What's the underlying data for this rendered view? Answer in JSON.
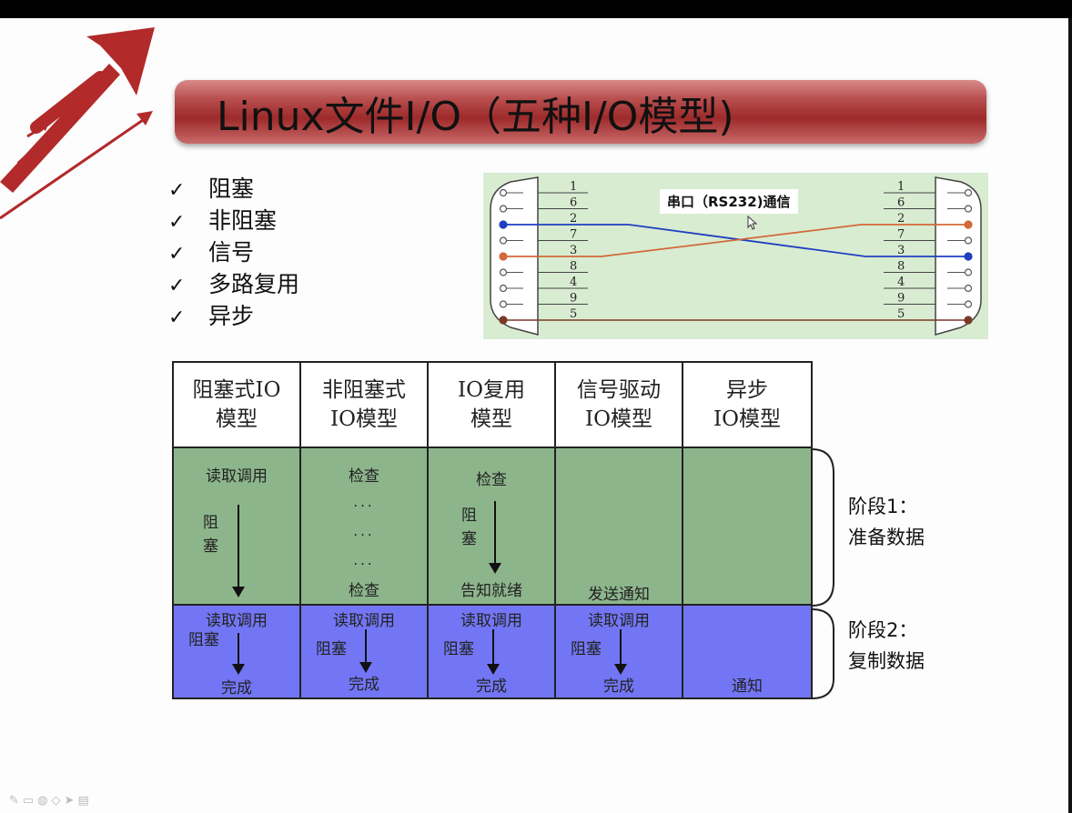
{
  "slide": {
    "title": "Linux文件I/O（五种I/O模型)",
    "checklist": [
      {
        "label": "阻塞"
      },
      {
        "label": "非阻塞"
      },
      {
        "label": "信号"
      },
      {
        "label": "多路复用"
      },
      {
        "label": "异步"
      }
    ],
    "check_mark": "✓",
    "serial_diagram": {
      "label": "串口（RS232)通信",
      "left_pins": [
        "1",
        "6",
        "2",
        "7",
        "3",
        "8",
        "4",
        "9",
        "5"
      ],
      "right_pins": [
        "1",
        "6",
        "2",
        "7",
        "3",
        "8",
        "4",
        "9",
        "5"
      ],
      "colors": {
        "blue": "#1f3fbf",
        "orange": "#d4683a",
        "brown": "#7a3a28",
        "background": "#d8ecd1"
      }
    },
    "table": {
      "headers": [
        {
          "line1": "阻塞式IO",
          "line2": "模型"
        },
        {
          "line1": "非阻塞式",
          "line2": "IO模型"
        },
        {
          "line1": "IO复用",
          "line2": "模型"
        },
        {
          "line1": "信号驱动",
          "line2": "IO模型"
        },
        {
          "line1": "异步",
          "line2": "IO模型"
        }
      ],
      "stage1": {
        "blocking": {
          "top": "读取调用",
          "side1": "阻",
          "side2": "塞"
        },
        "nonblocking": {
          "top": "检查",
          "dots": "...",
          "bottom": "检查"
        },
        "multiplex": {
          "top": "检查",
          "side1": "阻",
          "side2": "塞",
          "bottom": "告知就绪"
        },
        "signal": {
          "bottom": "发送通知"
        }
      },
      "stage2": {
        "cells": [
          {
            "top": "读取调用",
            "side": "阻塞",
            "bottom": "完成"
          },
          {
            "top": "读取调用",
            "side": "阻塞",
            "bottom": "完成"
          },
          {
            "top": "读取调用",
            "side": "阻塞",
            "bottom": "完成"
          },
          {
            "top": "读取调用",
            "side": "阻塞",
            "bottom": "完成"
          }
        ],
        "async_bottom": "通知"
      },
      "colors": {
        "stage1": "#8db58c",
        "stage2": "#7276f4"
      }
    },
    "stages": [
      {
        "line1": "阶段1：",
        "line2": "准备数据"
      },
      {
        "line1": "阶段2：",
        "line2": "复制数据"
      }
    ],
    "title_bar_color": "#9e2a2a",
    "logo_color": "#b22a2a"
  }
}
